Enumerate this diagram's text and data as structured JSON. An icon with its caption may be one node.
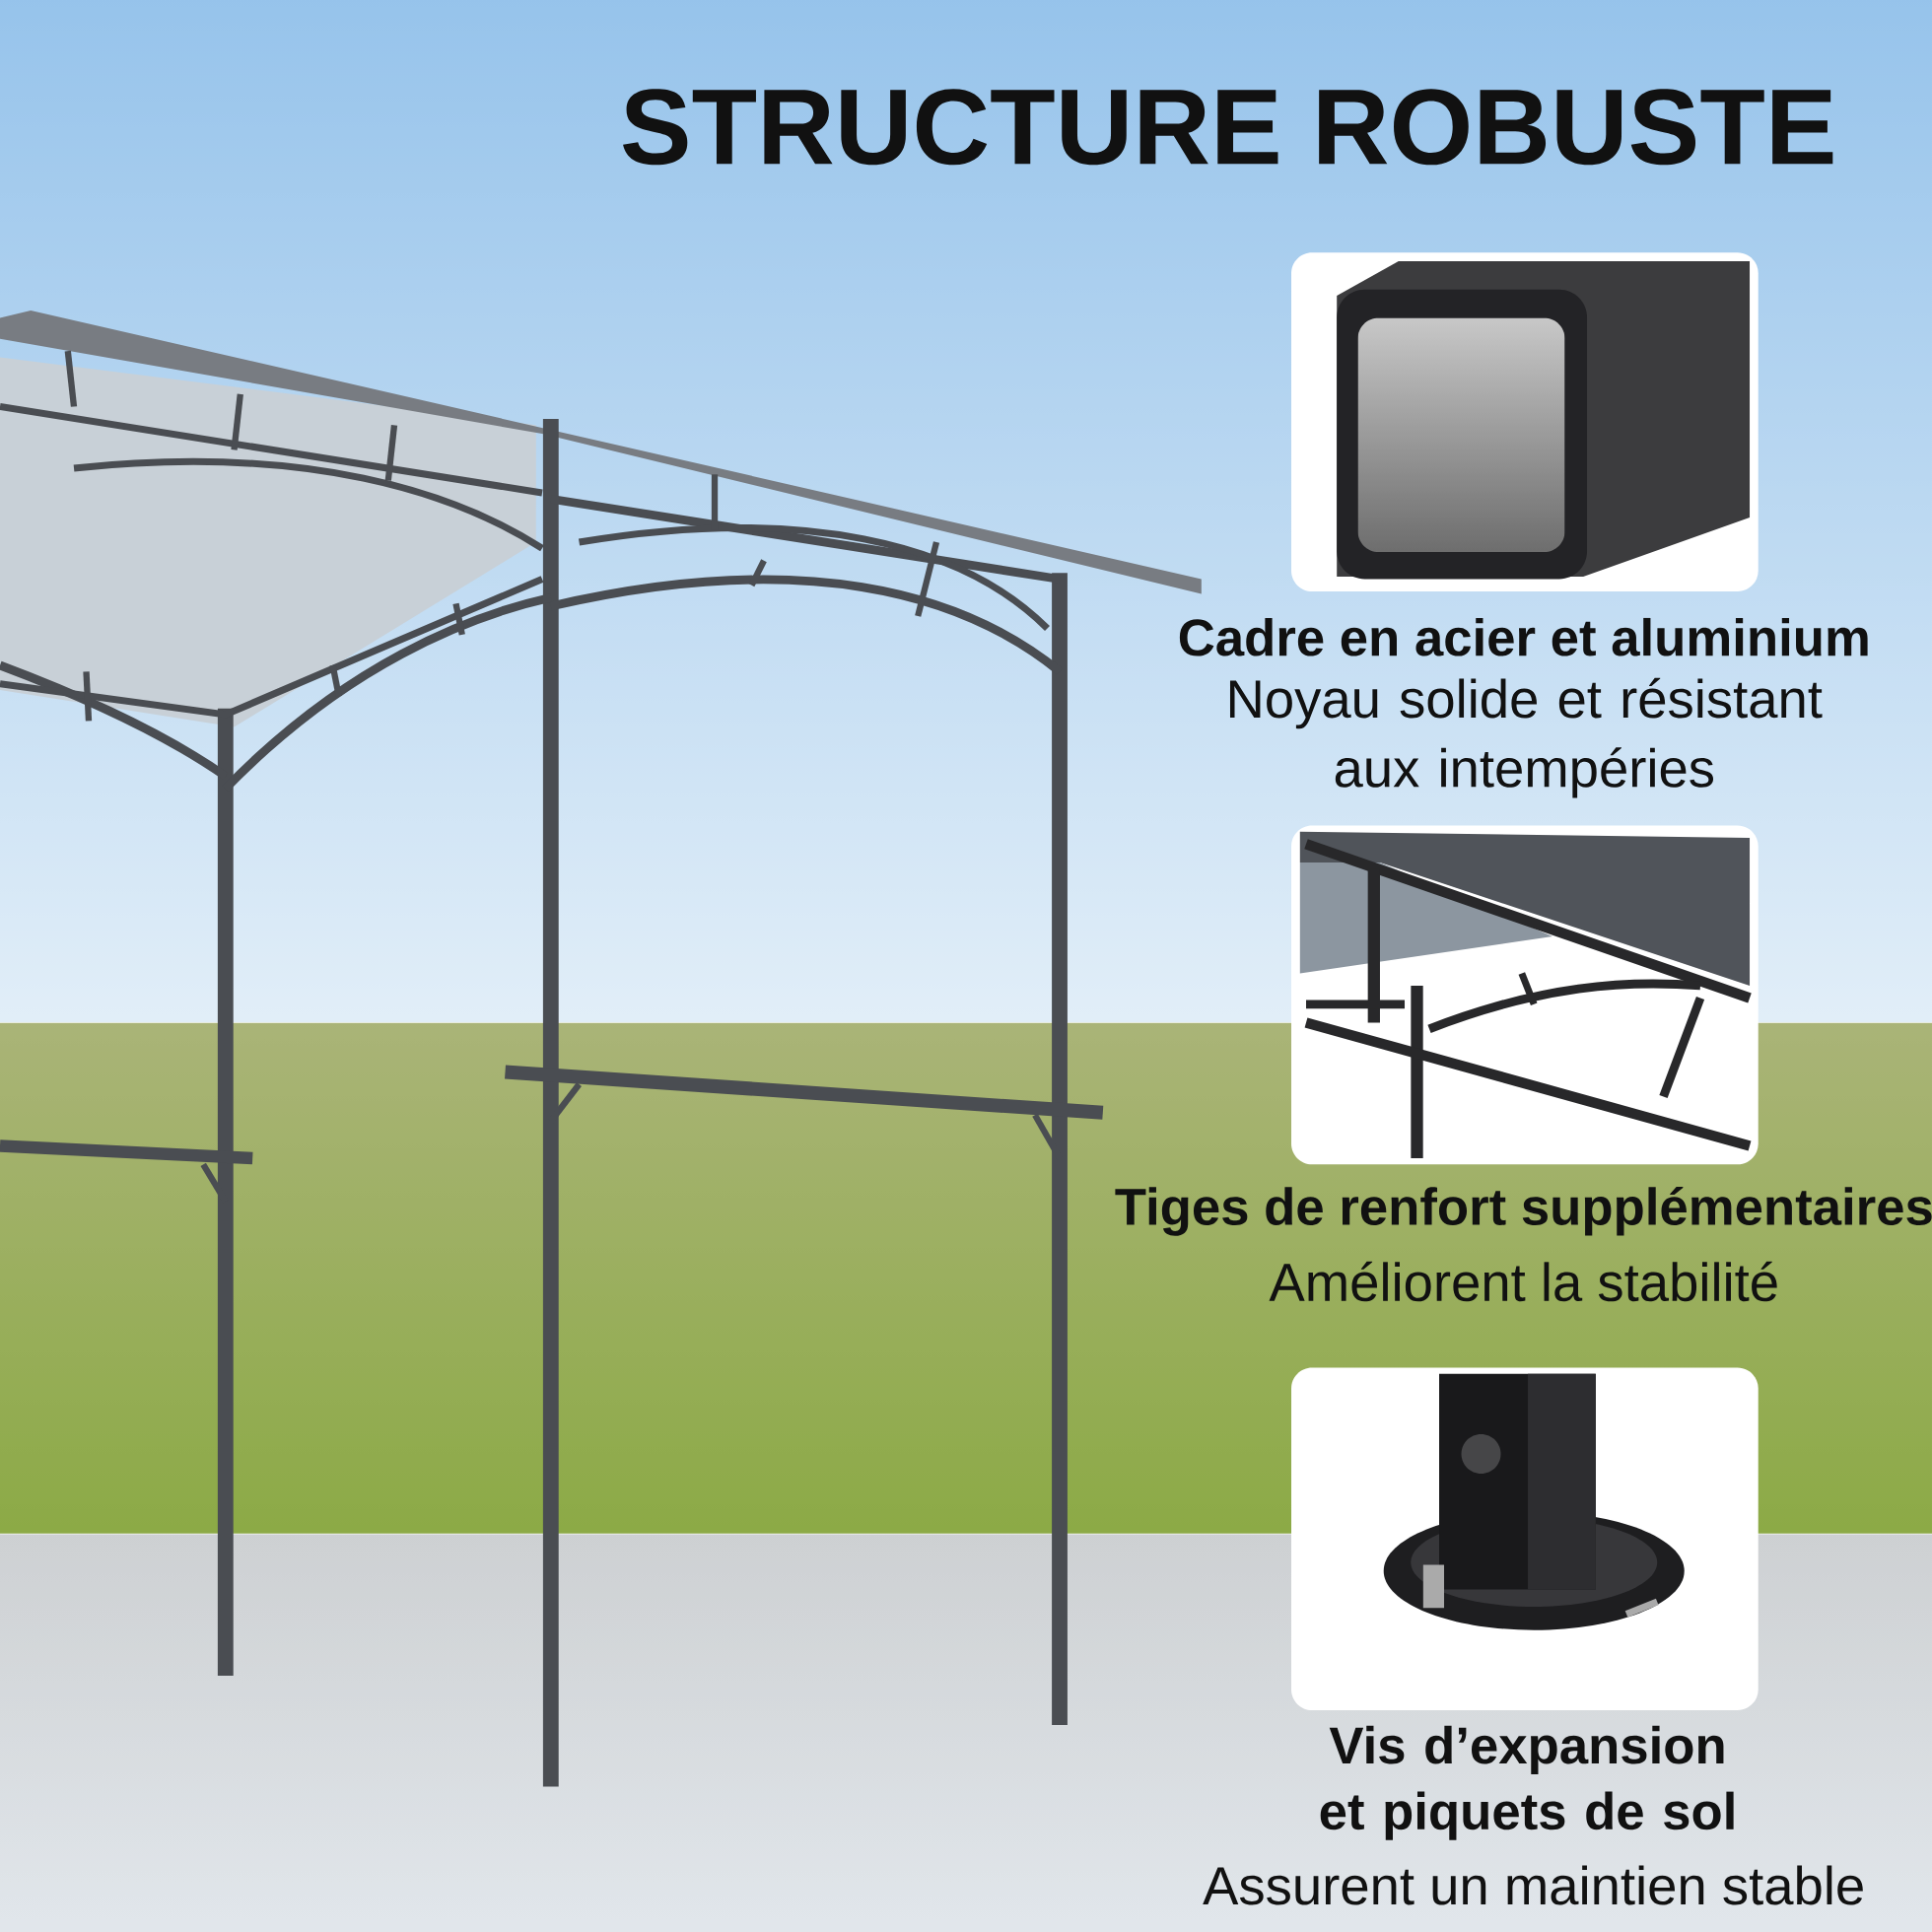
{
  "diagram": {
    "title": "STRUCTURE ROBUSTE",
    "labels": [
      "Cadre en acier et aluminium",
      "Noyau solide et résistant aux intempéries",
      "Tiges de renfort supplémentaires",
      "Améliorent la stabilité",
      "Vis d’expansion et piquets de sol",
      "Assurent un maintien stable"
    ]
  }
}
